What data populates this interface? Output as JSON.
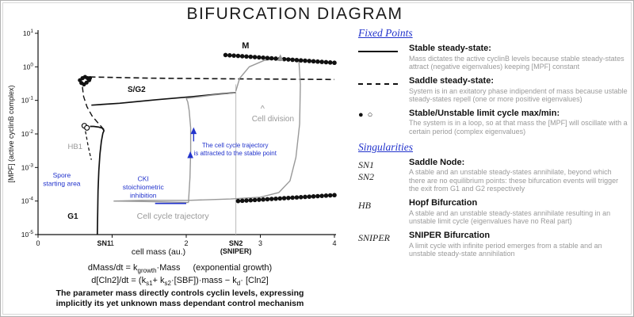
{
  "colors": {
    "accent": "#2233cc",
    "muted": "#9a9a9a",
    "trajectory_gray": "#999999",
    "frame_gray": "#c8c8c8"
  },
  "chart_data": {
    "type": "line",
    "title": "BIFURCATION DIAGRAM",
    "xlabel": "cell mass (au.)",
    "ylabel": "[MPF] (active cyclinB complex)",
    "xlim": [
      0,
      4
    ],
    "x_ticks": [
      0,
      1,
      2,
      3,
      4
    ],
    "y_scale": "log10",
    "y_tick_exponents": [
      1,
      0,
      -1,
      -2,
      -3,
      -4,
      -5
    ],
    "x_event_ticks": [
      {
        "label": "SN1",
        "x": 0.89
      },
      {
        "label": "SN2",
        "x": 2.67,
        "sublabel": "(SNIPER)"
      }
    ],
    "series": [
      {
        "name": "g1-stable-branch",
        "style": "solid",
        "color": "#111111",
        "width": 1.7,
        "points": [
          [
            0.8,
            1e-05
          ],
          [
            0.805,
            5e-05
          ],
          [
            0.81,
            0.0002
          ],
          [
            0.82,
            0.0008
          ],
          [
            0.835,
            0.0025
          ],
          [
            0.855,
            0.006
          ],
          [
            0.875,
            0.0105
          ],
          [
            0.89,
            0.0125
          ],
          [
            0.87,
            0.0148
          ],
          [
            0.82,
            0.016
          ],
          [
            0.75,
            0.0168
          ],
          [
            0.7,
            0.0168
          ]
        ]
      },
      {
        "name": "hb-unstable-branch",
        "style": "dashed-short",
        "color": "#111111",
        "width": 1.3,
        "points": [
          [
            0.64,
            0.012
          ],
          [
            0.655,
            0.008
          ],
          [
            0.675,
            0.0045
          ],
          [
            0.7,
            0.0025
          ],
          [
            0.72,
            0.0017
          ]
        ]
      },
      {
        "name": "saddle-branch",
        "style": "dashed",
        "color": "#111111",
        "width": 1.4,
        "points": [
          [
            0.89,
            0.0135
          ],
          [
            0.82,
            0.02
          ],
          [
            0.73,
            0.034
          ],
          [
            0.66,
            0.065
          ],
          [
            0.615,
            0.13
          ],
          [
            0.6,
            0.24
          ],
          [
            0.61,
            0.34
          ]
        ]
      },
      {
        "name": "upper-saddle-line",
        "style": "dashed",
        "color": "#111111",
        "width": 1.6,
        "points": [
          [
            0.7,
            0.5
          ],
          [
            1.5,
            0.46
          ],
          [
            2.5,
            0.44
          ],
          [
            4.0,
            0.42
          ]
        ]
      },
      {
        "name": "sg2-stable-branch",
        "style": "solid",
        "color": "#111111",
        "width": 1.7,
        "points": [
          [
            0.72,
            0.072
          ],
          [
            1.1,
            0.082
          ],
          [
            1.6,
            0.105
          ],
          [
            2.1,
            0.13
          ],
          [
            2.45,
            0.155
          ],
          [
            2.67,
            0.17
          ]
        ]
      },
      {
        "name": "sn2-vertical-guide",
        "style": "solid",
        "color": "#bbbbbb",
        "width": 1,
        "points": [
          [
            2.67,
            1e-05
          ],
          [
            2.67,
            0.3
          ]
        ]
      },
      {
        "name": "trajectory-bottom",
        "style": "solid",
        "color": "#999999",
        "width": 1.4,
        "points": [
          [
            1.02,
            0.0001
          ],
          [
            1.6,
            9.5e-05
          ],
          [
            2.03,
            9e-05
          ]
        ]
      },
      {
        "name": "trajectory-rise",
        "style": "solid",
        "color": "#999999",
        "width": 1.4,
        "points": [
          [
            2.03,
            9e-05
          ],
          [
            2.05,
            0.0005
          ],
          [
            2.06,
            0.003
          ],
          [
            2.06,
            0.015
          ],
          [
            2.04,
            0.05
          ],
          [
            2.02,
            0.09
          ],
          [
            2.0,
            0.115
          ]
        ]
      },
      {
        "name": "trajectory-sg2",
        "style": "solid",
        "color": "#999999",
        "width": 1.4,
        "points": [
          [
            2.0,
            0.115
          ],
          [
            2.35,
            0.143
          ],
          [
            2.67,
            0.168
          ]
        ]
      },
      {
        "name": "trajectory-to-m",
        "style": "solid",
        "color": "#999999",
        "width": 1.4,
        "points": [
          [
            2.67,
            0.19
          ],
          [
            2.72,
            0.45
          ],
          [
            2.85,
            1.0
          ],
          [
            3.05,
            1.55
          ],
          [
            3.25,
            1.78
          ]
        ]
      },
      {
        "name": "trajectory-m",
        "style": "solid",
        "color": "#999999",
        "width": 1.4,
        "points": [
          [
            3.32,
            1.8
          ],
          [
            3.5,
            1.68
          ]
        ]
      },
      {
        "name": "trajectory-division-drop",
        "style": "solid",
        "color": "#999999",
        "width": 1.4,
        "points": [
          [
            3.52,
            1.6
          ],
          [
            3.54,
            0.3
          ],
          [
            3.53,
            0.02
          ],
          [
            3.48,
            0.002
          ],
          [
            3.4,
            0.0004
          ],
          [
            3.25,
            0.00018
          ],
          [
            3.0,
            0.00013
          ],
          [
            2.6,
            0.000115
          ],
          [
            2.03,
            0.000105
          ],
          [
            1.4,
            0.000105
          ],
          [
            1.02,
            0.0001
          ]
        ]
      },
      {
        "name": "cki-level-line",
        "style": "solid",
        "color": "#2233cc",
        "width": 1.6,
        "points": [
          [
            1.58,
            8.5e-05
          ],
          [
            2.0,
            8.5e-05
          ]
        ]
      }
    ],
    "dot_series": [
      {
        "name": "stable-limit-cycle-max",
        "from": [
          2.53,
          2.25
        ],
        "to": [
          4.0,
          1.32
        ],
        "count": 27,
        "r": 2.8,
        "fill": "#111111"
      },
      {
        "name": "stable-limit-cycle-min",
        "from": [
          2.7,
          0.0001
        ],
        "to": [
          4.0,
          0.00015
        ],
        "count": 24,
        "r": 2.8,
        "fill": "#111111"
      }
    ],
    "scatter": [
      {
        "name": "hb-limit-cycle-cluster",
        "fill": "#111111",
        "r": 2.6,
        "points": [
          [
            0.565,
            0.4
          ],
          [
            0.6,
            0.46
          ],
          [
            0.635,
            0.5
          ],
          [
            0.67,
            0.46
          ],
          [
            0.585,
            0.33
          ],
          [
            0.62,
            0.3
          ],
          [
            0.655,
            0.34
          ],
          [
            0.69,
            0.4
          ],
          [
            0.7,
            0.46
          ]
        ]
      },
      {
        "name": "hopf-points",
        "fill": "#ffffff",
        "stroke": "#111111",
        "r": 3,
        "points": [
          [
            0.625,
            0.0175
          ],
          [
            0.66,
            0.0152
          ]
        ]
      }
    ],
    "arrows": [
      {
        "name": "rise-arrowhead",
        "x": 2.055,
        "y": 0.0023,
        "dir": "up",
        "color": "#2233cc"
      },
      {
        "name": "attract-arrow",
        "x": 2.1,
        "y": 0.012,
        "dir": "up",
        "color": "#2233cc",
        "tail": 0.006
      },
      {
        "name": "to-m-arrowhead",
        "x": 3.27,
        "y": 1.82,
        "dir": "up",
        "color": "#999999"
      }
    ],
    "annotations": [
      {
        "name": "label-m",
        "text": "M",
        "x": 2.8,
        "y": 4.2,
        "color": "#111111",
        "size": 11,
        "weight": "bold"
      },
      {
        "name": "label-sg2",
        "text": "S/G2",
        "x": 1.33,
        "y": 0.21,
        "color": "#111111",
        "size": 10,
        "weight": "bold"
      },
      {
        "name": "label-g1",
        "text": "G1",
        "x": 0.47,
        "y": 3.5e-05,
        "color": "#111111",
        "size": 10,
        "weight": "bold"
      },
      {
        "name": "label-hb1",
        "text": "HB1",
        "x": 0.5,
        "y": 0.0042,
        "color": "#999999",
        "size": 9.5
      },
      {
        "name": "label-cell-division",
        "text": "Cell division",
        "x": 3.17,
        "y": 0.028,
        "color": "#999999",
        "size": 10
      },
      {
        "name": "label-cell-division-caret",
        "text": "^",
        "x": 3.03,
        "y": 0.055,
        "color": "#999999",
        "size": 11
      },
      {
        "name": "label-spore",
        "text": "Spore\nstarting area",
        "x": 0.32,
        "y": 0.00045,
        "color": "#2233cc",
        "size": 8.5
      },
      {
        "name": "label-cki",
        "text": "CKI\nstoichiometric\ninhibition",
        "x": 1.42,
        "y": 0.00026,
        "color": "#2233cc",
        "size": 8.5
      },
      {
        "name": "label-attracted",
        "text": "The cell cycle trajectory\nis attracted to the stable point",
        "x": 2.66,
        "y": 0.0036,
        "color": "#2233cc",
        "size": 8
      },
      {
        "name": "label-trajectory",
        "text": "Cell cycle trajectory",
        "x": 1.82,
        "y": 3.5e-05,
        "color": "#999999",
        "size": 10.5
      }
    ]
  },
  "equations": {
    "eq1": {
      "pre": "dMass/dt = k",
      "sub": "growth",
      "post": "·Mass",
      "note": "(exponential growth)"
    },
    "eq2": {
      "pre": "d[Cln2]/dt = (k",
      "sub1": "s1",
      "mid1": "+ k",
      "sub2": "s2",
      "mid2": "·[SBF])·mass − k",
      "sub3": "d",
      "post": "· [Cln2]"
    },
    "caption1": "The parameter mass directly controls cyclin levels, expressing",
    "caption2": "implicitly its yet unknown mass dependant control mechanism"
  },
  "legend": {
    "fixed_points_heading": "Fixed Points",
    "singularities_heading": "Singularities",
    "items": [
      {
        "symbol": "solid-line",
        "title": "Stable steady-state:",
        "desc": "Mass dictates the active cyclinB levels because stable steady-states attract (negative eigenvalues) keeping [MPF] constant"
      },
      {
        "symbol": "dashed-line",
        "title": "Saddle steady-state:",
        "desc": "System is in an exitatory phase indipendent of mass because ustable steady-states repell (one or more positive eigenvalues)"
      },
      {
        "symbol": "circles",
        "sym_filled": "●",
        "sym_open": "○",
        "title": "Stable/Unstable limit cycle max/min:",
        "desc": "The system is in a loop, so at that mass the [MPF] will oscillate with a certain period (complex eigenvalues)"
      }
    ],
    "singularities": [
      {
        "abbr1": "SN1",
        "abbr2": "SN2",
        "title": "Saddle Node:",
        "desc": "A stable and an unstable steady-states annihilate, beyond which there are no equilibrium points: these bifurcation events will trigger the exit from G1 and G2 respectively"
      },
      {
        "abbr": "HB",
        "title": "Hopf Bifurcation",
        "desc": "A stable and an unstable steady-states annihilate resulting in an unstable limit cycle (eigenvalues have no Real part)"
      },
      {
        "abbr": "SNIPER",
        "title": "SNIPER Bifurcation",
        "desc": "A limit cycle with infinite period emerges from a stable and an unstable steady-state annihilation"
      }
    ]
  }
}
